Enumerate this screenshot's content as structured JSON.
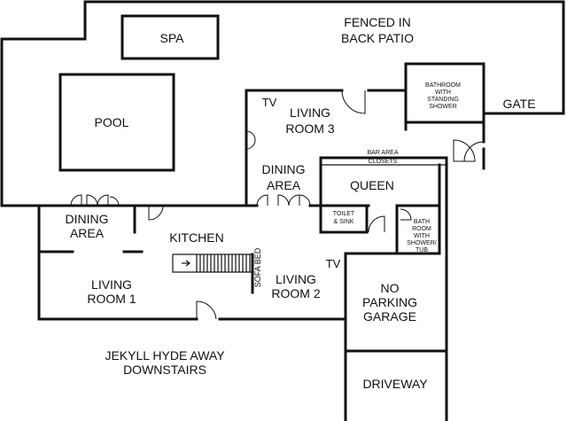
{
  "labels": {
    "spa": "SPA",
    "fenced_line1": "FENCED IN",
    "fenced_line2": "BACK PATIO",
    "pool": "POOL",
    "bathroom_top_1": "BATHROOM",
    "bathroom_top_2": "WITH",
    "bathroom_top_3": "STANDING",
    "bathroom_top_4": "SHOWER",
    "gate": "GATE",
    "tv_top": "TV",
    "living3_1": "LIVING",
    "living3_2": "ROOM 3",
    "bar_area": "BAR AREA",
    "closets": "CLOSETS",
    "dining_mid_1": "DINING",
    "dining_mid_2": "AREA",
    "queen": "QUEEN",
    "toilet_1": "TOILET",
    "toilet_2": "& SINK",
    "bath_right_1": "BATH",
    "bath_right_2": "ROOM",
    "bath_right_3": "WITH",
    "bath_right_4": "SHOWER/",
    "bath_right_5": "TUB",
    "dining_left_1": "DINING",
    "dining_left_2": "AREA",
    "kitchen": "KITCHEN",
    "sofa_bed": "SOFA BED",
    "tv_mid": "TV",
    "living1_1": "LIVING",
    "living1_2": "ROOM 1",
    "living2_1": "LIVING",
    "living2_2": "ROOM 2",
    "garage_1": "NO",
    "garage_2": "PARKING",
    "garage_3": "GARAGE",
    "title_1": "JEKYLL HYDE AWAY",
    "title_2": "DOWNSTAIRS",
    "driveway": "DRIVEWAY"
  }
}
